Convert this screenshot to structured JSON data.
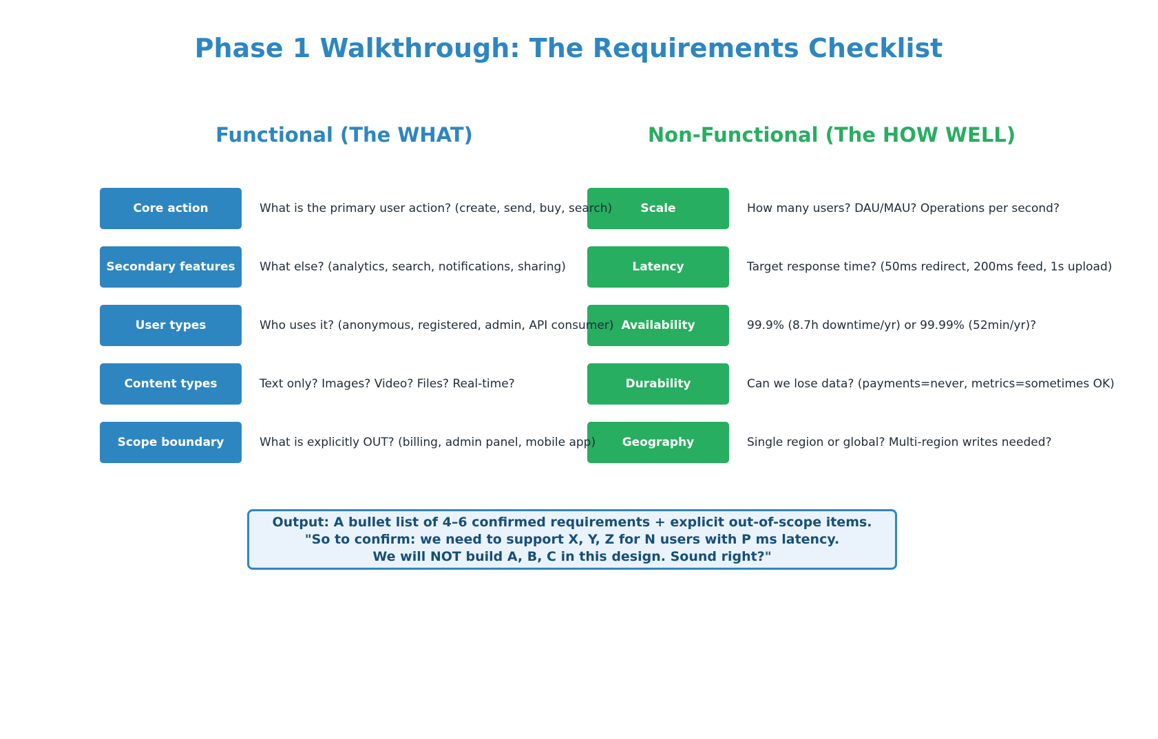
{
  "title": "Phase 1 Walkthrough: The Requirements Checklist",
  "functional": {
    "heading": "Functional (The WHAT)",
    "color": "#2e86c1",
    "items": [
      {
        "label": "Core action",
        "description": "What is the primary user action? (create, send, buy, search)"
      },
      {
        "label": "Secondary features",
        "description": "What else? (analytics, search, notifications, sharing)"
      },
      {
        "label": "User types",
        "description": "Who uses it? (anonymous, registered, admin, API consumer)"
      },
      {
        "label": "Content types",
        "description": "Text only? Images? Video? Files? Real-time?"
      },
      {
        "label": "Scope boundary",
        "description": "What is explicitly OUT? (billing, admin panel, mobile app)"
      }
    ]
  },
  "non_functional": {
    "heading": "Non-Functional (The HOW WELL)",
    "color": "#27ae60",
    "items": [
      {
        "label": "Scale",
        "description": "How many users? DAU/MAU? Operations per second?"
      },
      {
        "label": "Latency",
        "description": "Target response time? (50ms redirect, 200ms feed, 1s upload)"
      },
      {
        "label": "Availability",
        "description": "99.9% (8.7h downtime/yr) or 99.99% (52min/yr)?"
      },
      {
        "label": "Durability",
        "description": "Can we lose data? (payments=never, metrics=sometimes OK)"
      },
      {
        "label": "Geography",
        "description": "Single region or global? Multi-region writes needed?"
      }
    ]
  },
  "summary": {
    "lines": [
      "Output: A bullet list of 4–6 confirmed requirements + explicit out-of-scope items.",
      "\"So to confirm: we need to support X, Y, Z for N users with P ms latency.",
      "We will NOT build A, B, C in this design. Sound right?\""
    ]
  }
}
